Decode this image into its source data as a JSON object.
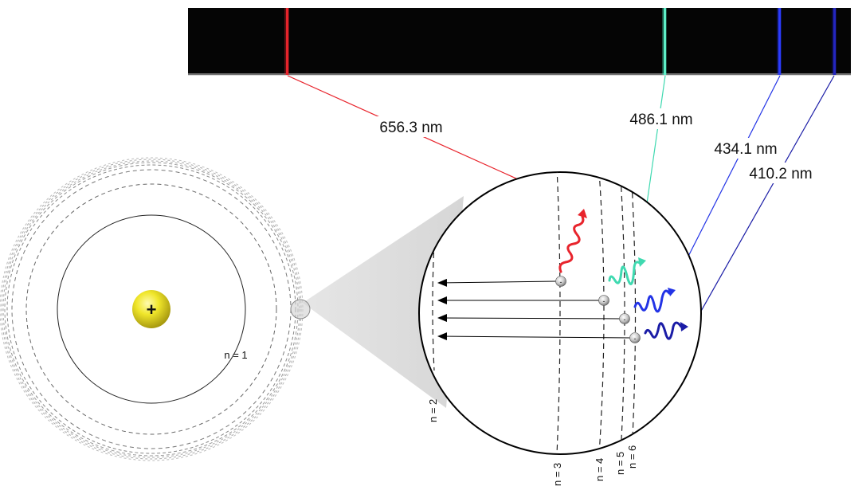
{
  "spectrum": {
    "lines": [
      {
        "wavelength": "656.3 nm",
        "color": "#e8242c"
      },
      {
        "wavelength": "486.1 nm",
        "color": "#3fd9b0"
      },
      {
        "wavelength": "434.1 nm",
        "color": "#2233e6"
      },
      {
        "wavelength": "410.2 nm",
        "color": "#1a1ca6"
      }
    ]
  },
  "atom": {
    "nucleus_symbol": "+",
    "nucleus_color": "#e8e020",
    "ground_label": "n = 1"
  },
  "zoom": {
    "levels": [
      {
        "label": "n = 2"
      },
      {
        "label": "n = 3"
      },
      {
        "label": "n = 4"
      },
      {
        "label": "n = 5"
      },
      {
        "label": "n = 6"
      }
    ],
    "electron_symbol": "-"
  }
}
